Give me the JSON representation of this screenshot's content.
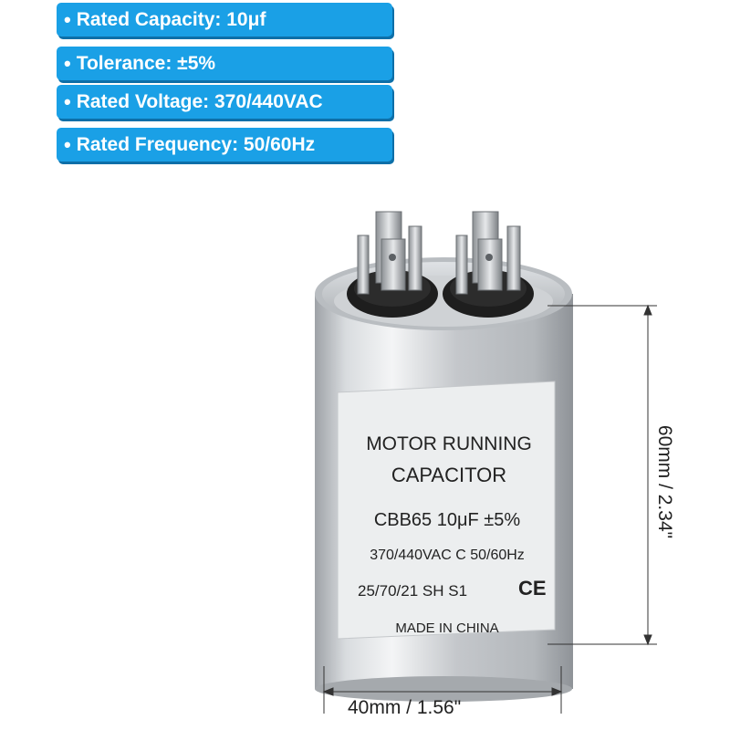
{
  "specs": [
    {
      "bullet": "•",
      "text": "Rated Capacity: 10μf"
    },
    {
      "bullet": "•",
      "text": "Tolerance: ±5%"
    },
    {
      "bullet": "•",
      "text": "Rated Voltage: 370/440VAC"
    },
    {
      "bullet": "•",
      "text": "Rated Frequency: 50/60Hz"
    }
  ],
  "label": {
    "line1": "MOTOR  RUNNING",
    "line2": "CAPACITOR",
    "line3": "CBB65   10μF ±5%",
    "line4": "370/440VAC  C  50/60Hz",
    "line5": "25/70/21 SH S1",
    "ce_mark": "CE",
    "line6": "MADE IN CHINA"
  },
  "dimensions": {
    "width": "40mm / 1.56\"",
    "height": "60mm / 2.34\""
  },
  "colors": {
    "spec_bg": "#1aa0e6",
    "spec_shadow": "#0d6fa8",
    "can_body": "#c9ccd0",
    "label_bg": "#eceeef"
  }
}
